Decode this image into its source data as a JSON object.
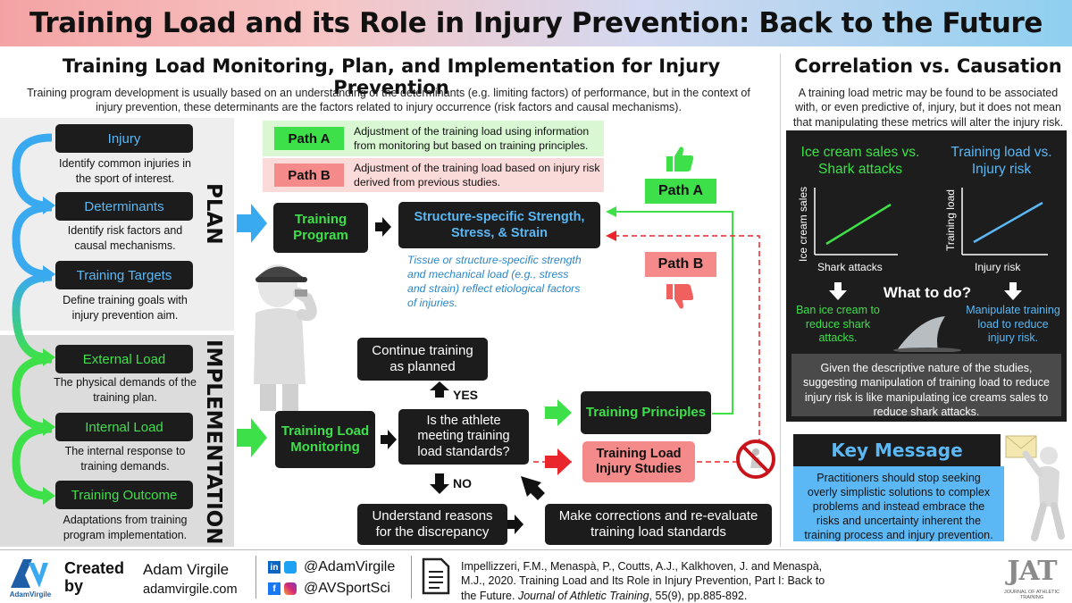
{
  "title": "Training Load and its Role in Injury Prevention: Back to the Future",
  "left": {
    "heading": "Training Load Monitoring, Plan, and Implementation for Injury Prevention",
    "intro": "Training program development is usually based on an understanding of the determinants (e.g. limiting factors) of performance, but in the context of injury prevention, these determinants are the factors related to injury occurrence (risk factors and causal mechanisms).",
    "plan_label": "PLAN",
    "impl_label": "IMPLEMENTATION",
    "steps": [
      {
        "label": "Injury",
        "desc": "Identify common injuries in the sport of interest."
      },
      {
        "label": "Determinants",
        "desc": "Identify risk factors and causal mechanisms."
      },
      {
        "label": "Training Targets",
        "desc": "Define training goals with injury prevention aim."
      },
      {
        "label": "External Load",
        "desc": "The physical demands of the training plan."
      },
      {
        "label": "Internal Load",
        "desc": "The internal response to training demands."
      },
      {
        "label": "Training Outcome",
        "desc": "Adaptations from training program implementation."
      }
    ]
  },
  "paths": {
    "a_label": "Path A",
    "a_desc": "Adjustment of the training load using information from monitoring but based on training principles.",
    "b_label": "Path B",
    "b_desc": "Adjustment of the training load based on injury risk derived from previous studies.",
    "a_tag": "Path A",
    "b_tag": "Path B"
  },
  "flow": {
    "training_program": "Training Program",
    "structure": "Structure-specific Strength, Stress, & Strain",
    "structure_note": "Tissue or structure-specific strength and mechanical load (e.g., stress and strain) reflect etiological factors of injuries.",
    "monitoring": "Training Load Monitoring",
    "question": "Is the athlete meeting training load standards?",
    "yes": "YES",
    "no": "NO",
    "continue": "Continue training as planned",
    "principles": "Training Principles",
    "injury_studies": "Training Load Injury Studies",
    "understand": "Understand reasons for the discrepancy",
    "corrections": "Make corrections and re-evaluate training load standards"
  },
  "right": {
    "heading": "Correlation vs. Causation",
    "intro": "A training load metric may be found to be associated with, or even predictive of, injury, but it does not mean that manipulating these metrics will alter the injury risk.",
    "chart1_title": "Ice cream sales vs. Shark attacks",
    "chart1_ylabel": "Ice cream sales",
    "chart1_xlabel": "Shark attacks",
    "chart2_title": "Training load vs. Injury risk",
    "chart2_ylabel": "Training load",
    "chart2_xlabel": "Injury risk",
    "what_to_do": "What to do?",
    "ban": "Ban ice cream to reduce shark attacks.",
    "manipulate": "Manipulate training load to reduce injury risk.",
    "given": "Given the descriptive nature of the studies, suggesting manipulation of training load to reduce injury risk is like manipulating ice creams sales to reduce shark attacks.",
    "key_heading": "Key Message",
    "key_text": "Practitioners should stop seeking overly simplistic solutions to complex problems and instead embrace the risks and uncertainty inherent the training process and injury prevention."
  },
  "footer": {
    "logo_text": "AdamVirgile",
    "created_by": "Created by",
    "author": "Adam Virgile",
    "website": "adamvirgile.com",
    "handle1": "@AdamVirgile",
    "handle2": "@AVSportSci",
    "citation_plain": "Impellizzeri, F.M., Menaspà, P., Coutts, A.J., Kalkhoven, J. and Menaspà, M.J., 2020. Training Load and Its Role in Injury Prevention, Part I: Back to the Future.",
    "journal": "Journal of Athletic Training",
    "citation_end": ", 55(9), pp.885-892.",
    "jat_logo": "JAT",
    "jat_sub": "JOURNAL OF ATHLETIC TRAINING"
  },
  "colors": {
    "blue": "#3aaaf0",
    "green": "#3ee04a",
    "red": "#e8262b",
    "pathA_bg": "#d8f7d2",
    "pathB_bg": "#fbd6d6"
  }
}
